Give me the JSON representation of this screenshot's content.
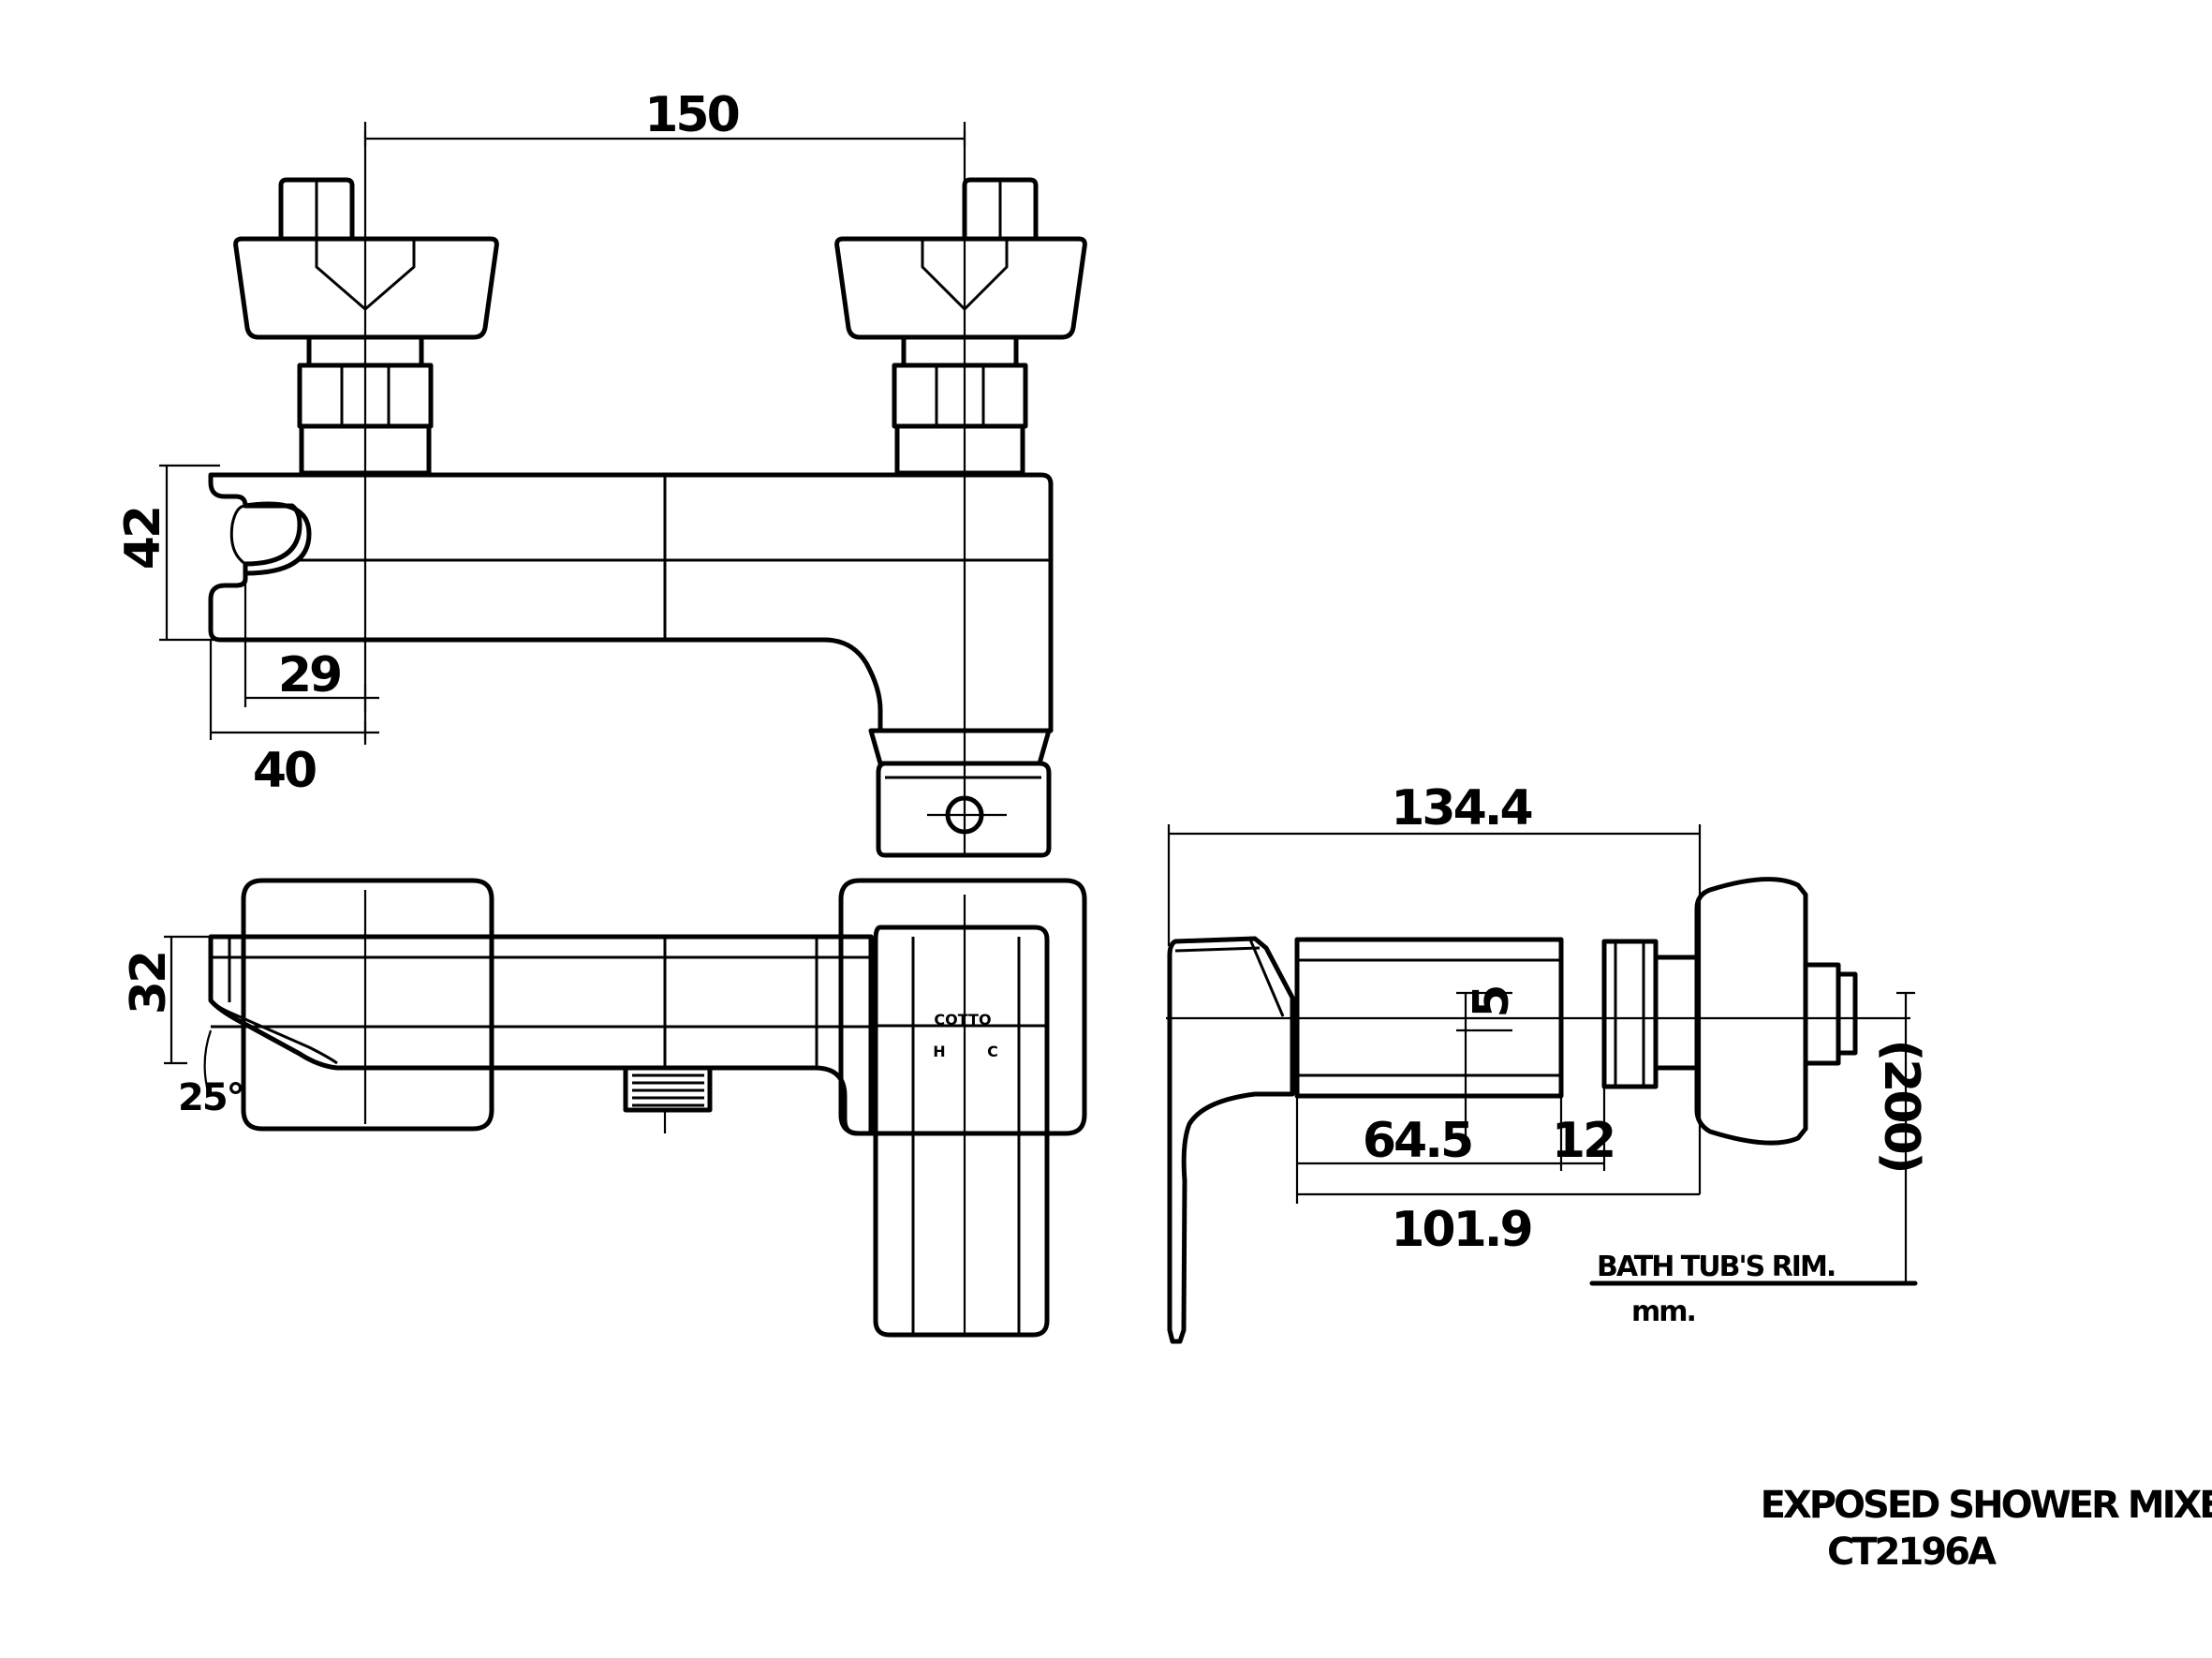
{
  "dimensions": {
    "top_width": "150",
    "bracket_height": "42",
    "bracket_inner": "29",
    "bracket_outer": "40",
    "front_height": "32",
    "front_angle": "25°",
    "side_width": "134.4",
    "side_offset": "5",
    "side_body": "64.5",
    "side_nut": "12",
    "side_length": "101.9",
    "side_height": "(200)"
  },
  "labels": {
    "hot": "H",
    "cold": "C",
    "brand": "COTTO",
    "bath_rim": "BATH TUB'S RIM.",
    "units": "mm."
  },
  "title": {
    "line1": "EXPOSED SHOWER MIXER",
    "line2": "CT2196A"
  }
}
